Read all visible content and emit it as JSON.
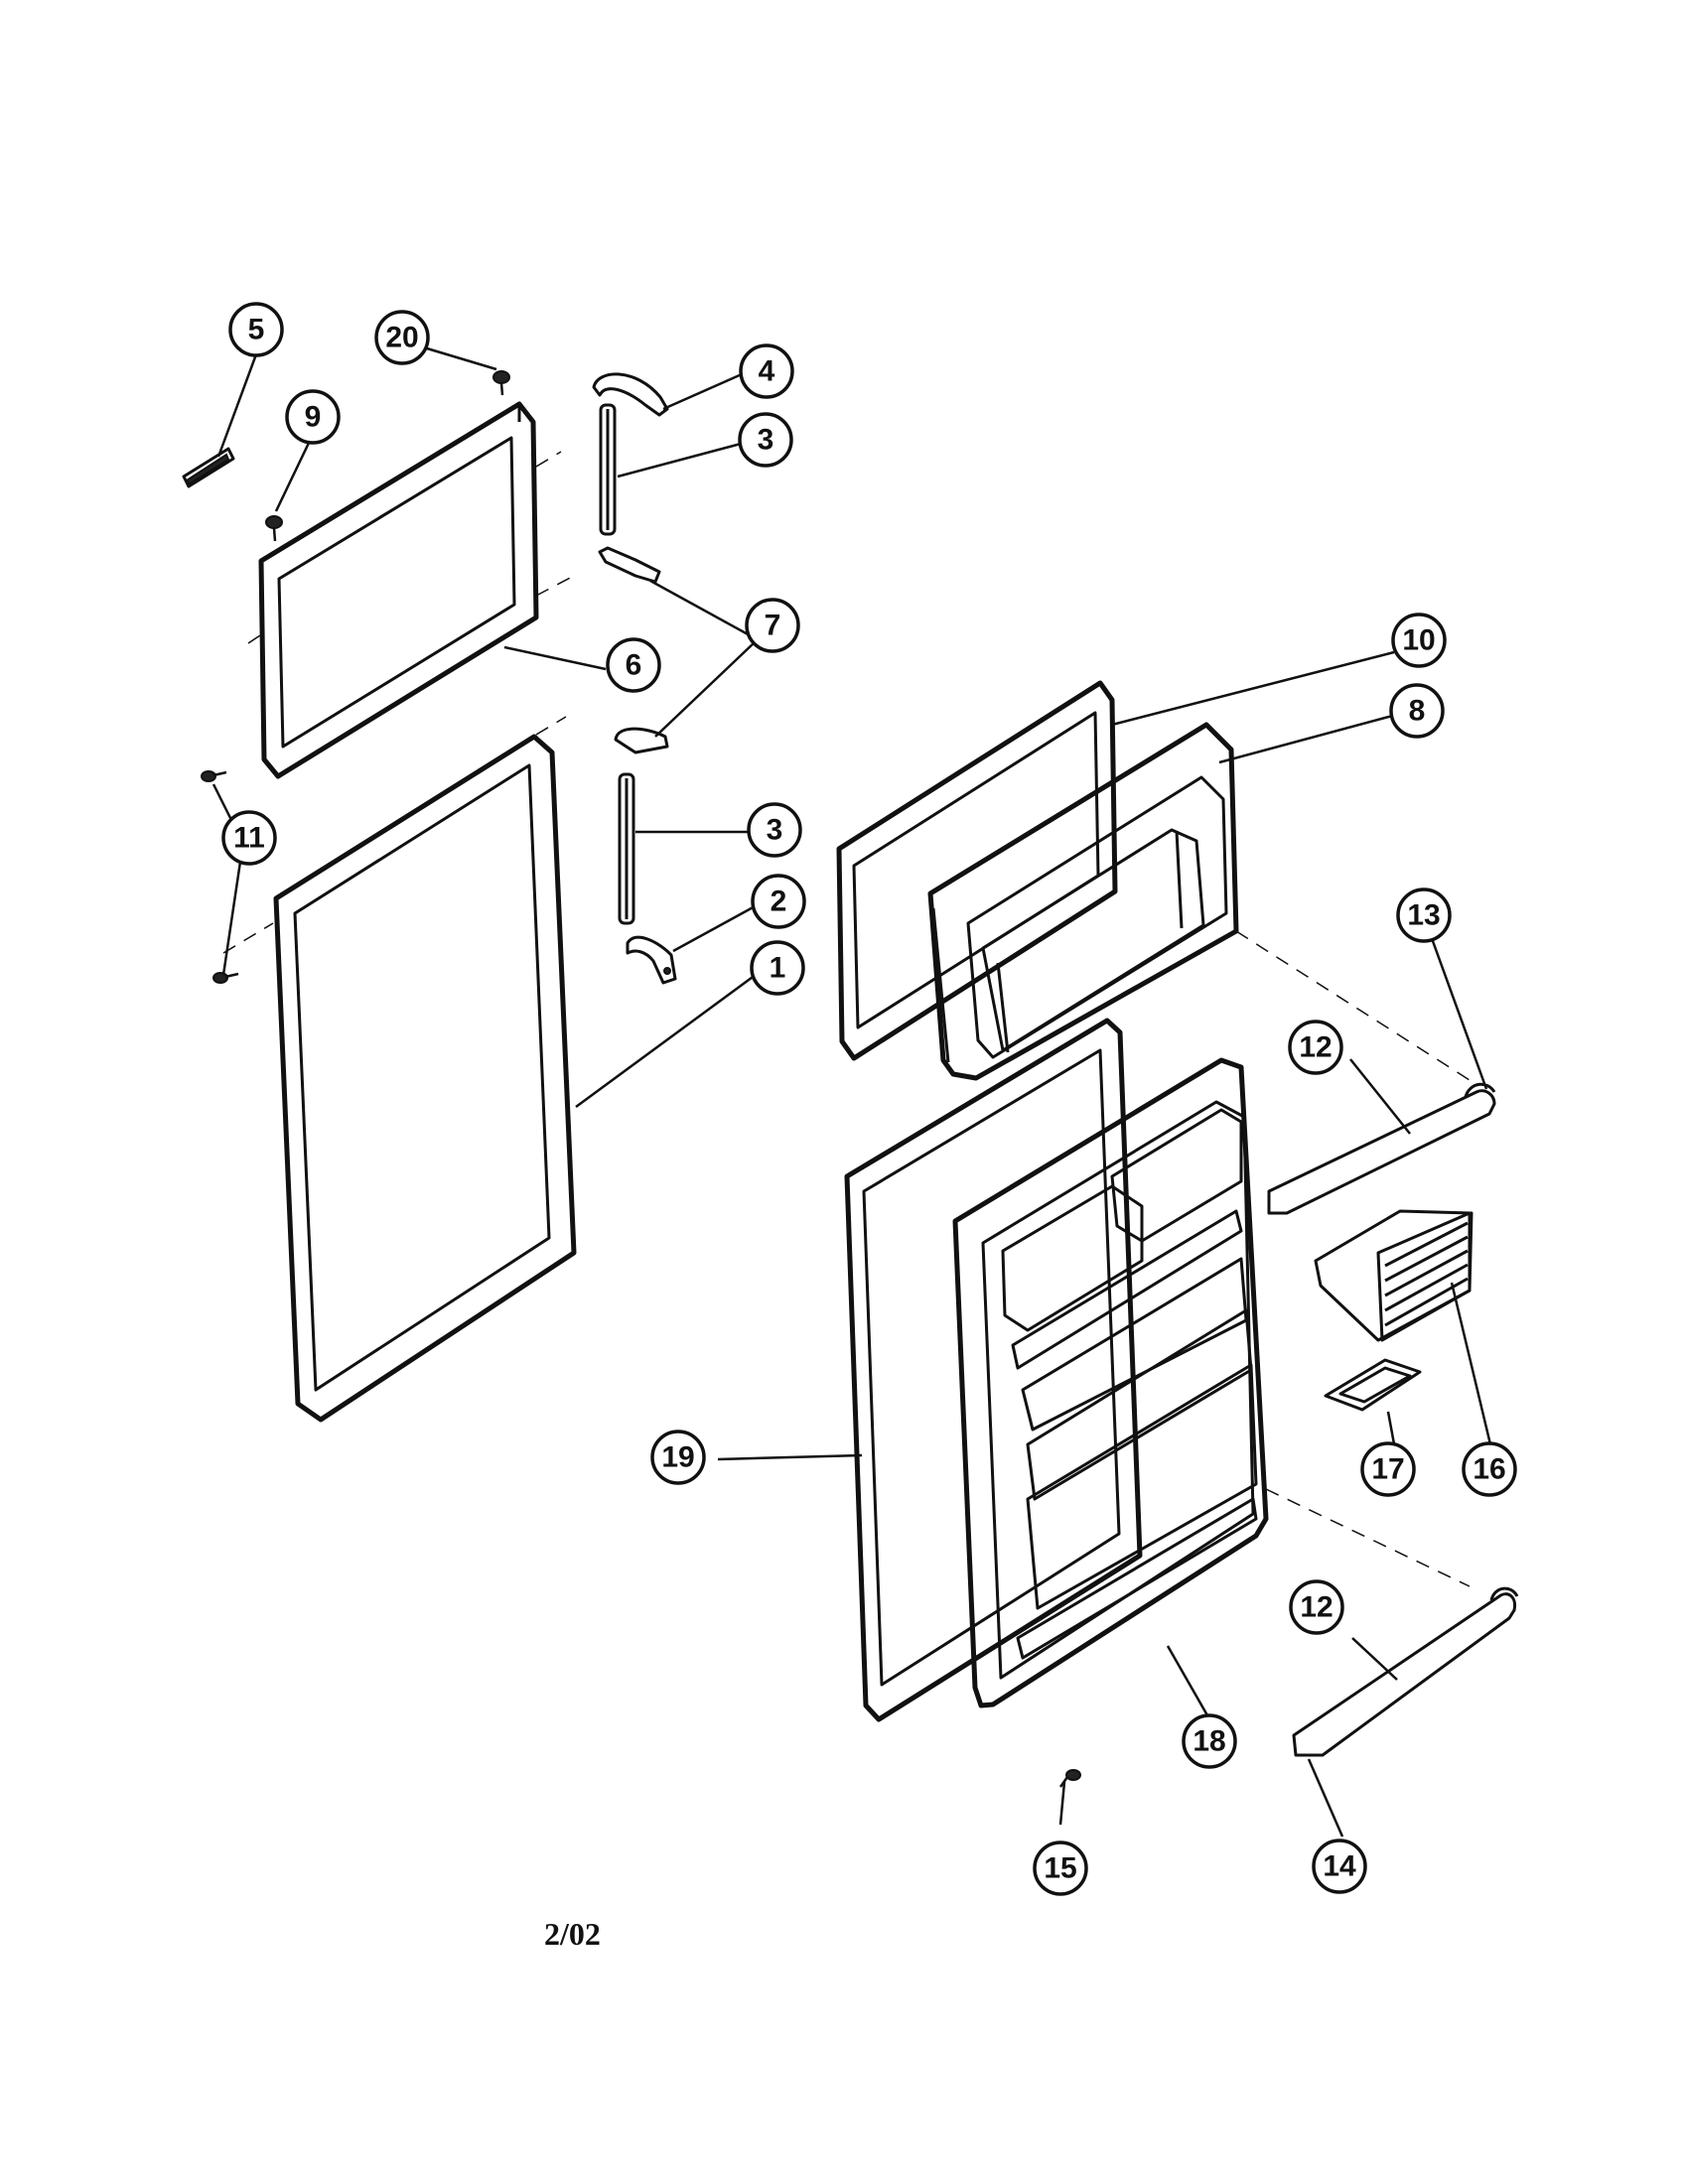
{
  "callouts": {
    "c5": "5",
    "c20": "20",
    "c9": "9",
    "c4": "4",
    "c3a": "3",
    "c7": "7",
    "c6": "6",
    "c11": "11",
    "c3b": "3",
    "c2": "2",
    "c1": "1",
    "c10": "10",
    "c8": "8",
    "c13": "13",
    "c12a": "12",
    "c19": "19",
    "c17": "17",
    "c16": "16",
    "c12b": "12",
    "c18": "18",
    "c15": "15",
    "c14": "14"
  },
  "footer": {
    "code": "2/02"
  }
}
